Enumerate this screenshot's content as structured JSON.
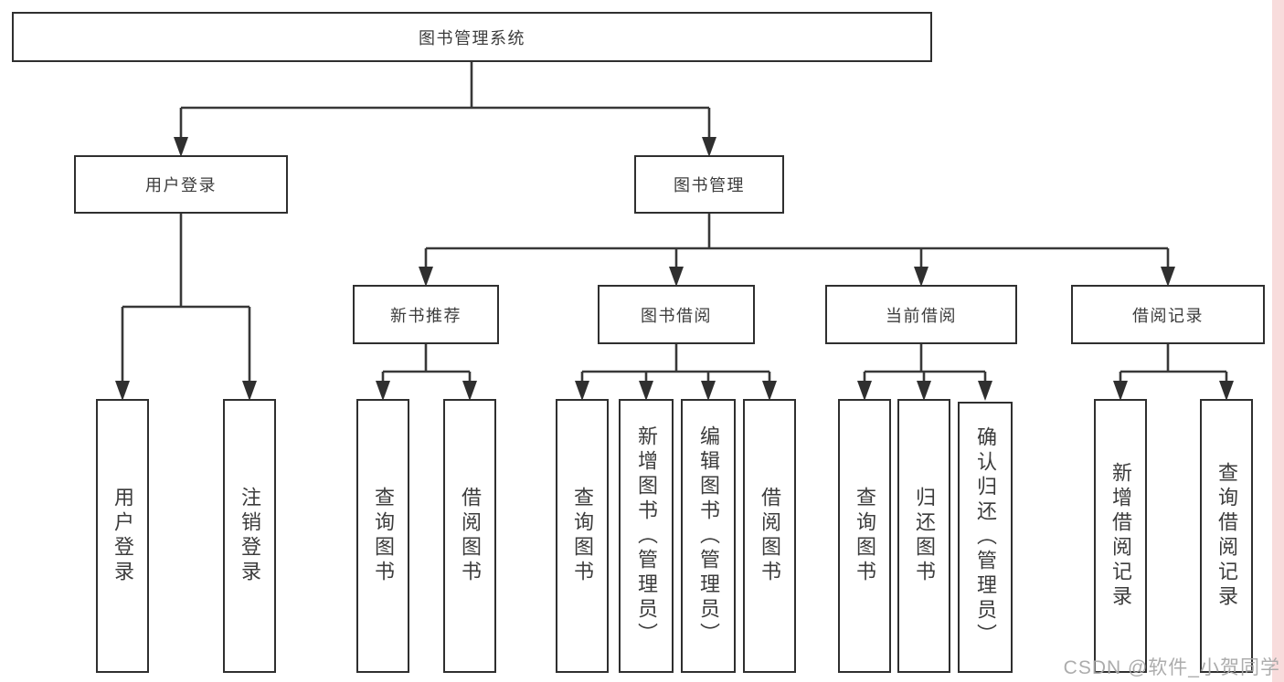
{
  "diagram_type": "hierarchy-tree",
  "colors": {
    "line": "#383838",
    "box_border": "#2f2f2f",
    "text": "#3c3c3c",
    "watermark_text": "#a8a8a8",
    "watermark_strip": "#f8dcdc",
    "background": "#ffffff"
  },
  "tree": {
    "label": "图书管理系统",
    "children": [
      {
        "label": "用户登录",
        "children": [
          {
            "label": "用户登录"
          },
          {
            "label": "注销登录"
          }
        ]
      },
      {
        "label": "图书管理",
        "children": [
          {
            "label": "新书推荐",
            "children": [
              {
                "label": "查询图书"
              },
              {
                "label": "借阅图书"
              }
            ]
          },
          {
            "label": "图书借阅",
            "children": [
              {
                "label": "查询图书"
              },
              {
                "label": "新增图书（管理员）"
              },
              {
                "label": "编辑图书（管理员）"
              },
              {
                "label": "借阅图书"
              }
            ]
          },
          {
            "label": "当前借阅",
            "children": [
              {
                "label": "查询图书"
              },
              {
                "label": "归还图书"
              },
              {
                "label": "确认归还（管理员）"
              }
            ]
          },
          {
            "label": "借阅记录",
            "children": [
              {
                "label": "新增借阅记录"
              },
              {
                "label": "查询借阅记录"
              }
            ]
          }
        ]
      }
    ]
  },
  "watermark": {
    "text": "CSDN @软件_小贺同学"
  }
}
